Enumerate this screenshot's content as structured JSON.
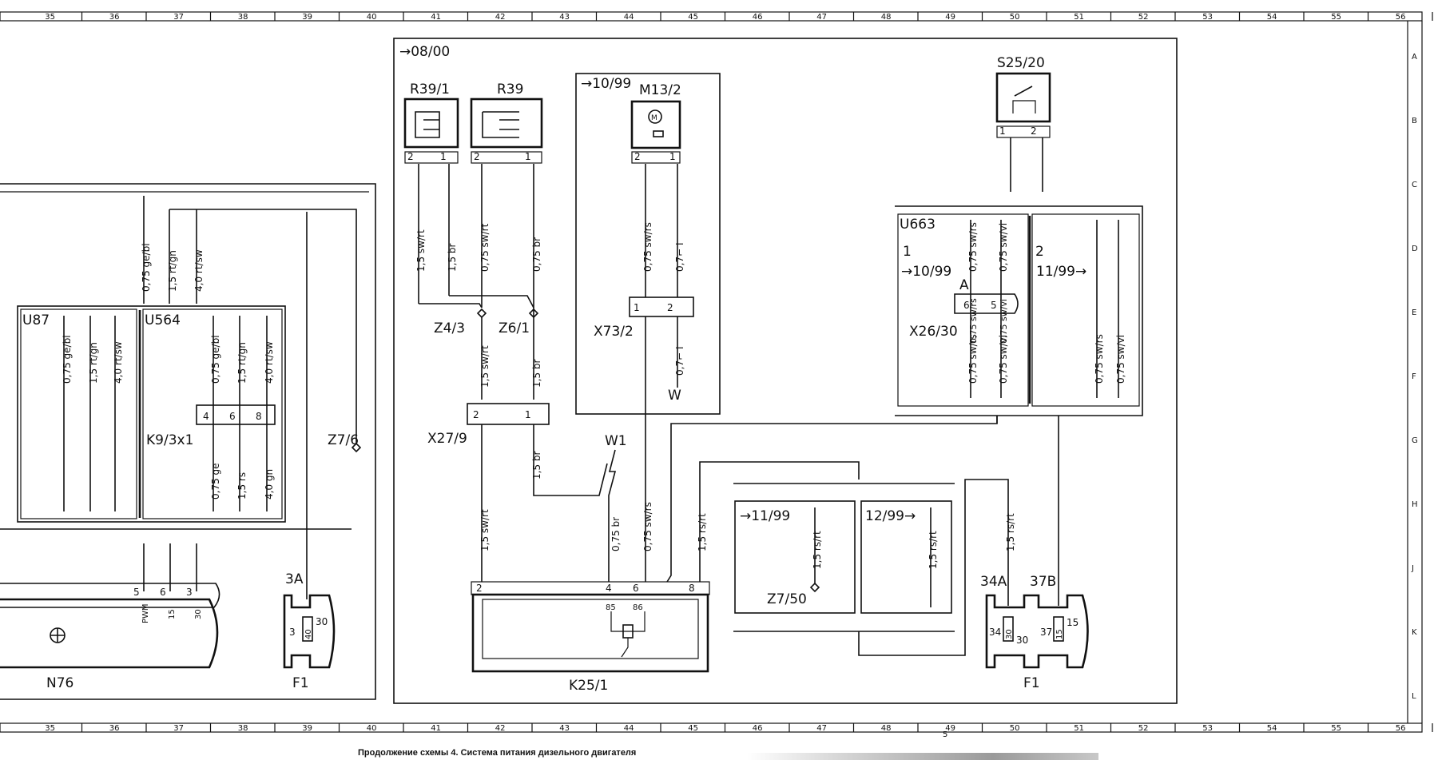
{
  "caption": "Продолжение схемы 4. Система питания дизельного двигателя",
  "grid": {
    "columns": [
      "35",
      "36",
      "37",
      "38",
      "39",
      "40",
      "41",
      "42",
      "43",
      "44",
      "45",
      "46",
      "47",
      "48",
      "49",
      "50",
      "51",
      "52",
      "53",
      "54",
      "55",
      "56"
    ],
    "rows": [
      "A",
      "B",
      "C",
      "D",
      "E",
      "F",
      "G",
      "H",
      "J",
      "K",
      "L"
    ]
  },
  "frames": {
    "main_version": "→08/00",
    "m13_version": "→10/99",
    "u663_version_1": "→10/99",
    "u663_version_2": "11/99→",
    "z750_version_1": "→11/99",
    "z750_version_2": "12/99→"
  },
  "components": {
    "r39_1": "R39/1",
    "r39": "R39",
    "m13_2": "M13/2",
    "s25_20": "S25/20",
    "u663": "U663",
    "u663_sec1": "1",
    "u663_sec2": "2",
    "u87": "U87",
    "u564": "U564",
    "k9_3x1": "K9/3x1",
    "z7_6": "Z7/6",
    "z4_3": "Z4/3",
    "z6_1": "Z6/1",
    "x27_9": "X27/9",
    "x73_2": "X73/2",
    "w1": "W1",
    "w": "W",
    "x26_30": "X26/30",
    "x26_30_a": "A",
    "k25_1": "K25/1",
    "z7_50": "Z7/50",
    "n76": "N76",
    "f1_left": "F1",
    "f1_right": "F1",
    "fuse_3a": "3A",
    "fuse_34a": "34A",
    "fuse_37b": "37B"
  },
  "pins": {
    "r39_1_p2": "2",
    "r39_1_p1": "1",
    "r39_p2": "2",
    "r39_p1": "1",
    "m13_p2": "2",
    "m13_p1": "1",
    "s25_p1": "1",
    "s25_p2": "2",
    "x73_p1": "1",
    "x73_p2": "2",
    "x27_p2": "2",
    "x27_p1": "1",
    "x26_p6": "6",
    "x26_p5": "5",
    "k9_p4": "4",
    "k9_p6": "6",
    "k9_p8": "8",
    "n76_p5": "5",
    "n76_p6": "6",
    "n76_p3": "3",
    "n76_l_pwm": "PWM",
    "n76_l_15": "15",
    "n76_l_30": "30",
    "k25_p2": "2",
    "k25_p4": "4",
    "k25_p6": "6",
    "k25_p8": "8",
    "k25_l85": "85",
    "k25_l86": "86",
    "f1l_3": "3",
    "f1l_30": "30",
    "f1l_40": "40",
    "f1r_34": "34",
    "f1r_30a": "30",
    "f1r_30b": "30",
    "f1r_37": "37",
    "f1r_15a": "15",
    "f1r_15b": "15"
  },
  "wires": {
    "w_top1": "0,75 ge/bl",
    "w_top2": "1,5 rt/gn",
    "w_top3": "4,0 rt/sw",
    "w_u87_1": "0,75 ge/bl",
    "w_u87_2": "1,5 rt/gn",
    "w_u87_3": "4,0 rt/sw",
    "w_u564_1": "0,75 ge/bl",
    "w_u564_2": "1,5 rt/gn",
    "w_u564_3": "4,0 rt/sw",
    "w_k9_1": "0,75 ge",
    "w_k9_2": "1,5 rs",
    "w_k9_3": "4,0 gn",
    "w_r391_a": "1,5 sw/rt",
    "w_r391_b": "1,5 br",
    "w_r39_a": "0,75 sw/rt",
    "w_r39_b": "0,75 br",
    "w_x27_a": "1,5 sw/rt",
    "w_x27_b": "1,5 br",
    "w_x27_out": "1,5 br",
    "w_m13_a": "0,75 sw/rs",
    "w_m13_b": "0,7⌐ I",
    "w_x73_b": "0,7⌐ I",
    "w_k25_2": "1,5 sw/rt",
    "w_k25_4": "0,75 br",
    "w_k25_6": "0,75 sw/rs",
    "w_k25_8": "1,5 rs/rt",
    "w_z750_1": "1,5 rs/rt",
    "w_z750_2": "1,5 rs/rt",
    "w_f1_34": "1,5 rs/rt",
    "w_u663_1": "0,75 sw/rs",
    "w_u663_2": "0,75 sw/vi",
    "w_u663_3": "0,75 sw/rs",
    "w_u663_4": "0,75 sw/vi",
    "w_u663_5": "0,75 sw/rs",
    "w_u663_6": "0,75 sw/vi",
    "w_u663_7": "0,75 sw/rs",
    "w_u663_8": "0,75 sw/vi"
  },
  "stray_marks": {
    "m1": "5"
  }
}
